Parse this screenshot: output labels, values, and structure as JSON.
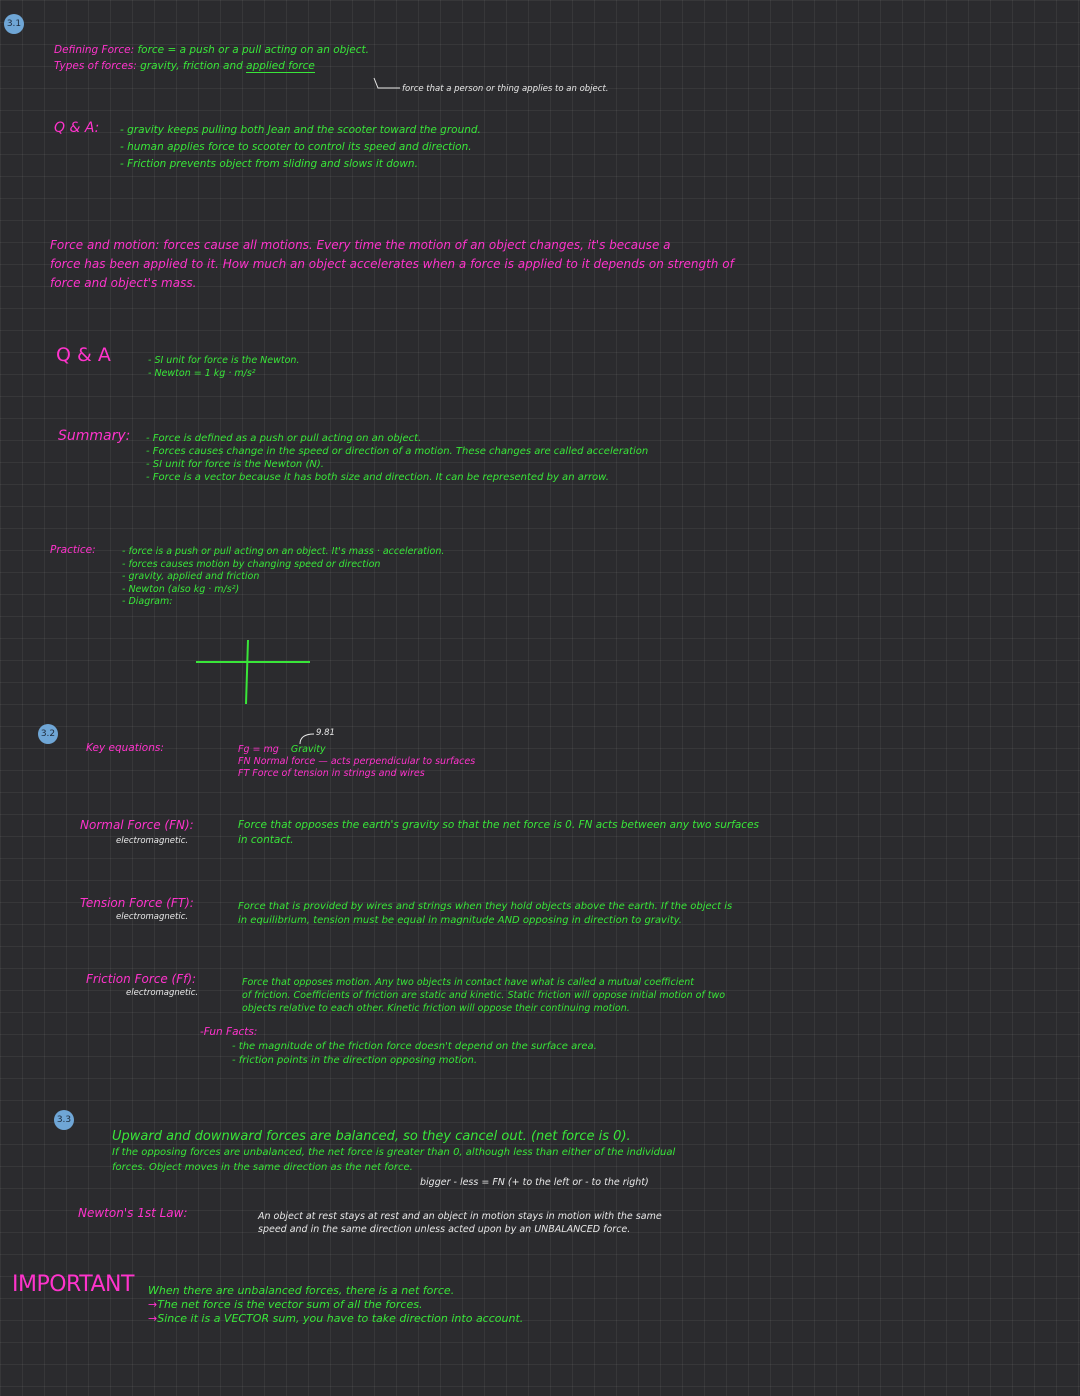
{
  "badges": {
    "b1": "3.1",
    "b2": "3.2",
    "b3": "3.3"
  },
  "def": {
    "label1": "Defining Force:",
    "text1": "force = a push or a pull acting on an object.",
    "label2": "Types of forces:",
    "text2a": "gravity, friction and",
    "text2b": "applied force",
    "note": "force that a person or thing applies to an object."
  },
  "qa1": {
    "label": "Q & A:",
    "items": [
      "- gravity keeps pulling both Jean and the scooter toward the ground.",
      "- human applies force to scooter to control its speed and direction.",
      "- Friction prevents object from sliding and slows it down."
    ]
  },
  "fm": {
    "label": "Force and motion:",
    "line1": "forces cause all motions. Every time the motion of an object changes, it's because a",
    "line2": "force has been applied to it. How much an object accelerates when a force is applied to it depends on strength of",
    "line3": "force and object's mass."
  },
  "qa2": {
    "label": "Q & A",
    "items": [
      "- SI unit for force is the Newton.",
      "- Newton = 1 kg · m/s²"
    ]
  },
  "summary": {
    "label": "Summary:",
    "items": [
      "- Force is defined as a push or pull acting on an object.",
      "- Forces causes change in the speed or direction of a motion. These changes are called acceleration",
      "- SI unit for force is the Newton (N).",
      "- Force is a vector because it has both size and direction. It can be represented by an arrow."
    ]
  },
  "practice": {
    "label": "Practice:",
    "items": [
      "- force is a push or pull acting on an object. It's mass · acceleration.",
      "- forces causes motion by changing speed or direction",
      "- gravity, applied and friction",
      "- Newton (also kg · m/s²)",
      "- Diagram:"
    ]
  },
  "keyeq": {
    "label": "Key equations:",
    "eq1": "Fg = mg",
    "eq1note": "Gravity",
    "gval": "9.81",
    "eq2": "FN Normal force — acts perpendicular to surfaces",
    "eq3": "FT Force of tension in strings and wires"
  },
  "normal": {
    "label": "Normal Force (FN):",
    "sub": "electromagnetic.",
    "line1": "Force that opposes the earth's gravity so that the net force is 0. FN acts between any two surfaces",
    "line2": "in contact."
  },
  "tension": {
    "label": "Tension Force (FT):",
    "sub": "electromagnetic.",
    "line1": "Force that is provided by wires and strings when they hold objects above the earth. If the object is",
    "line2": "in equilibrium, tension must be equal in magnitude AND opposing in direction to gravity."
  },
  "friction": {
    "label": "Friction Force (Ff):",
    "sub": "electromagnetic.",
    "line1": "Force that opposes motion. Any two objects in contact have what is called a mutual coefficient",
    "line2": "of friction. Coefficients of friction are static and kinetic. Static friction will oppose initial motion of two",
    "line3": "objects relative to each other. Kinetic friction will oppose their continuing motion.",
    "funfacts_label": "-Fun Facts:",
    "fun1": "- the magnitude of the friction force doesn't depend on the surface area.",
    "fun2": "- friction points in the direction opposing motion."
  },
  "balance": {
    "line1": "Upward and downward forces are balanced, so they cancel out. (net force is 0).",
    "line2": "If the opposing forces are unbalanced, the net force is greater than 0, although less than either of the individual",
    "line3": "forces. Object moves in the same direction as the net force.",
    "line4": "bigger - less = FN   (+ to the left or - to the right)"
  },
  "newton": {
    "label": "Newton's 1st Law:",
    "line1": "An object at rest stays at rest and an object in motion stays in motion with the same",
    "line2": "speed and in the same direction unless acted upon by an UNBALANCED force."
  },
  "important": {
    "label": "IMPORTANT",
    "line1": "When there are unbalanced forces, there is a net force.",
    "line2": "The net force is the vector sum of all the forces.",
    "line3": "Since it is a VECTOR sum, you have to take direction into account."
  }
}
